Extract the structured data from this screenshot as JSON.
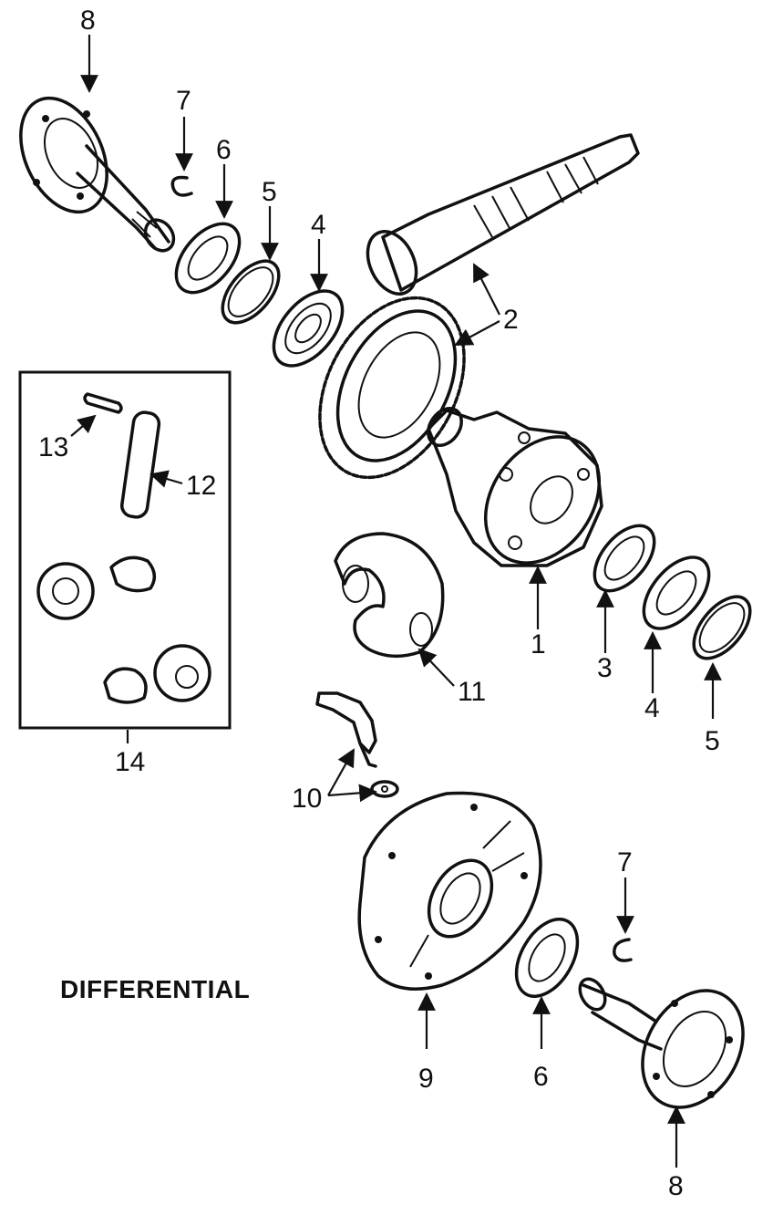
{
  "caption": "DIFFERENTIAL",
  "callouts": {
    "c8_top": "8",
    "c7_top": "7",
    "c6_top": "6",
    "c5_top": "5",
    "c4_top": "4",
    "c2": "2",
    "c13": "13",
    "c12": "12",
    "c14": "14",
    "c11": "11",
    "c1": "1",
    "c3": "3",
    "c4_right": "4",
    "c5_right": "5",
    "c10": "10",
    "c7_bottom": "7",
    "c9": "9",
    "c6_bottom": "6",
    "c8_bottom": "8"
  }
}
